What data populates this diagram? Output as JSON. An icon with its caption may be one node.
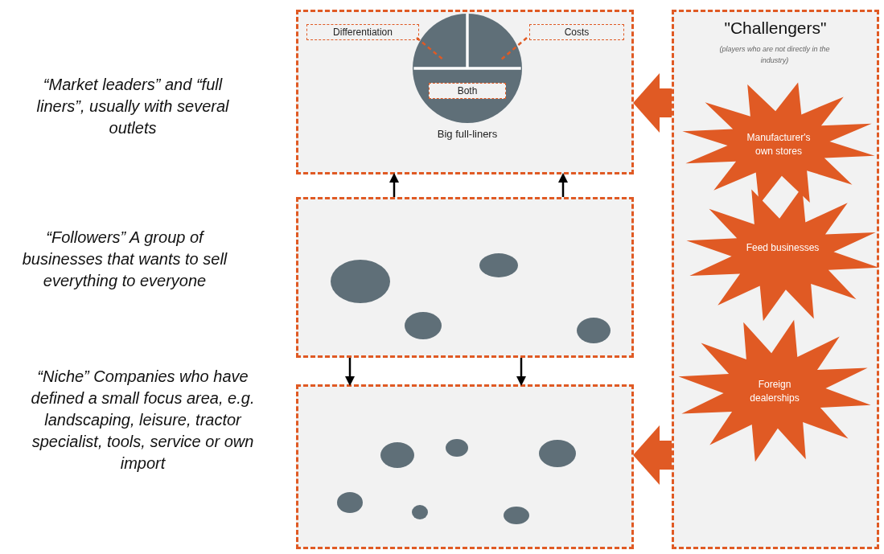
{
  "diagram": {
    "nodes": [
      {
        "text": [],
        "shape": "box"
      },
      {
        "text": [],
        "shape": "circle",
        "in": 0,
        "beside": [
          "Big full-liners"
        ]
      },
      {
        "text": [
          "Differentiation"
        ],
        "in": 0
      },
      {
        "text": [
          "Costs"
        ],
        "in": 0
      },
      {
        "text": [
          "Both"
        ],
        "in": 1
      },
      {
        "text": [],
        "shape": "box"
      },
      {
        "text": [],
        "shape": "circle",
        "in": 5
      },
      {
        "text": [],
        "shape": "circle",
        "in": 5
      },
      {
        "text": [],
        "shape": "circle",
        "in": 5
      },
      {
        "text": [],
        "shape": "circle",
        "in": 5
      },
      {
        "text": [],
        "shape": "box"
      },
      {
        "text": [],
        "shape": "circle",
        "in": 10
      },
      {
        "text": [],
        "shape": "circle",
        "in": 10
      },
      {
        "text": [],
        "shape": "circle",
        "in": 10
      },
      {
        "text": [],
        "shape": "circle",
        "in": 10
      },
      {
        "text": [],
        "shape": "circle",
        "in": 10
      },
      {
        "text": [],
        "shape": "circle",
        "in": 10
      },
      {
        "text": [
          "\"Challengers\"",
          "(players who are not directly in the industry)"
        ]
      },
      {
        "text": [
          "Manufacturer's own stores"
        ],
        "in": 17
      },
      {
        "text": [
          "Feed businesses"
        ],
        "in": 17
      },
      {
        "text": [
          "Foreign dealerships"
        ],
        "in": 17
      }
    ],
    "edges": [
      {
        "from": 2,
        "to": null,
        "arrow": "none",
        "style": "dashed",
        "color": "#e05a24"
      },
      {
        "from": 3,
        "to": null,
        "arrow": "none",
        "style": "dashed",
        "color": "#e05a24"
      },
      {
        "from": 5,
        "to": 0,
        "arrow": "to",
        "color": "#000000"
      },
      {
        "from": 5,
        "to": 0,
        "arrow": "to",
        "color": "#000000"
      },
      {
        "from": 5,
        "to": 10,
        "arrow": "to",
        "color": "#000000"
      },
      {
        "from": 5,
        "to": 10,
        "arrow": "to",
        "color": "#000000"
      },
      {
        "from": 17,
        "to": 0,
        "arrow": "to",
        "style": "thick",
        "color": "#e05a24"
      },
      {
        "from": 17,
        "to": 10,
        "arrow": "to",
        "style": "thick",
        "color": "#e05a24"
      }
    ],
    "labels": [
      "“Market leaders” and “full liners”, usually with several outlets",
      "“Followers” A group of businesses that wants to sell everything to everyone",
      "“Niche” Companies who have defined a small focus area, e.g. landscaping, leisure, tractor specialist, tools, service or own import"
    ]
  }
}
